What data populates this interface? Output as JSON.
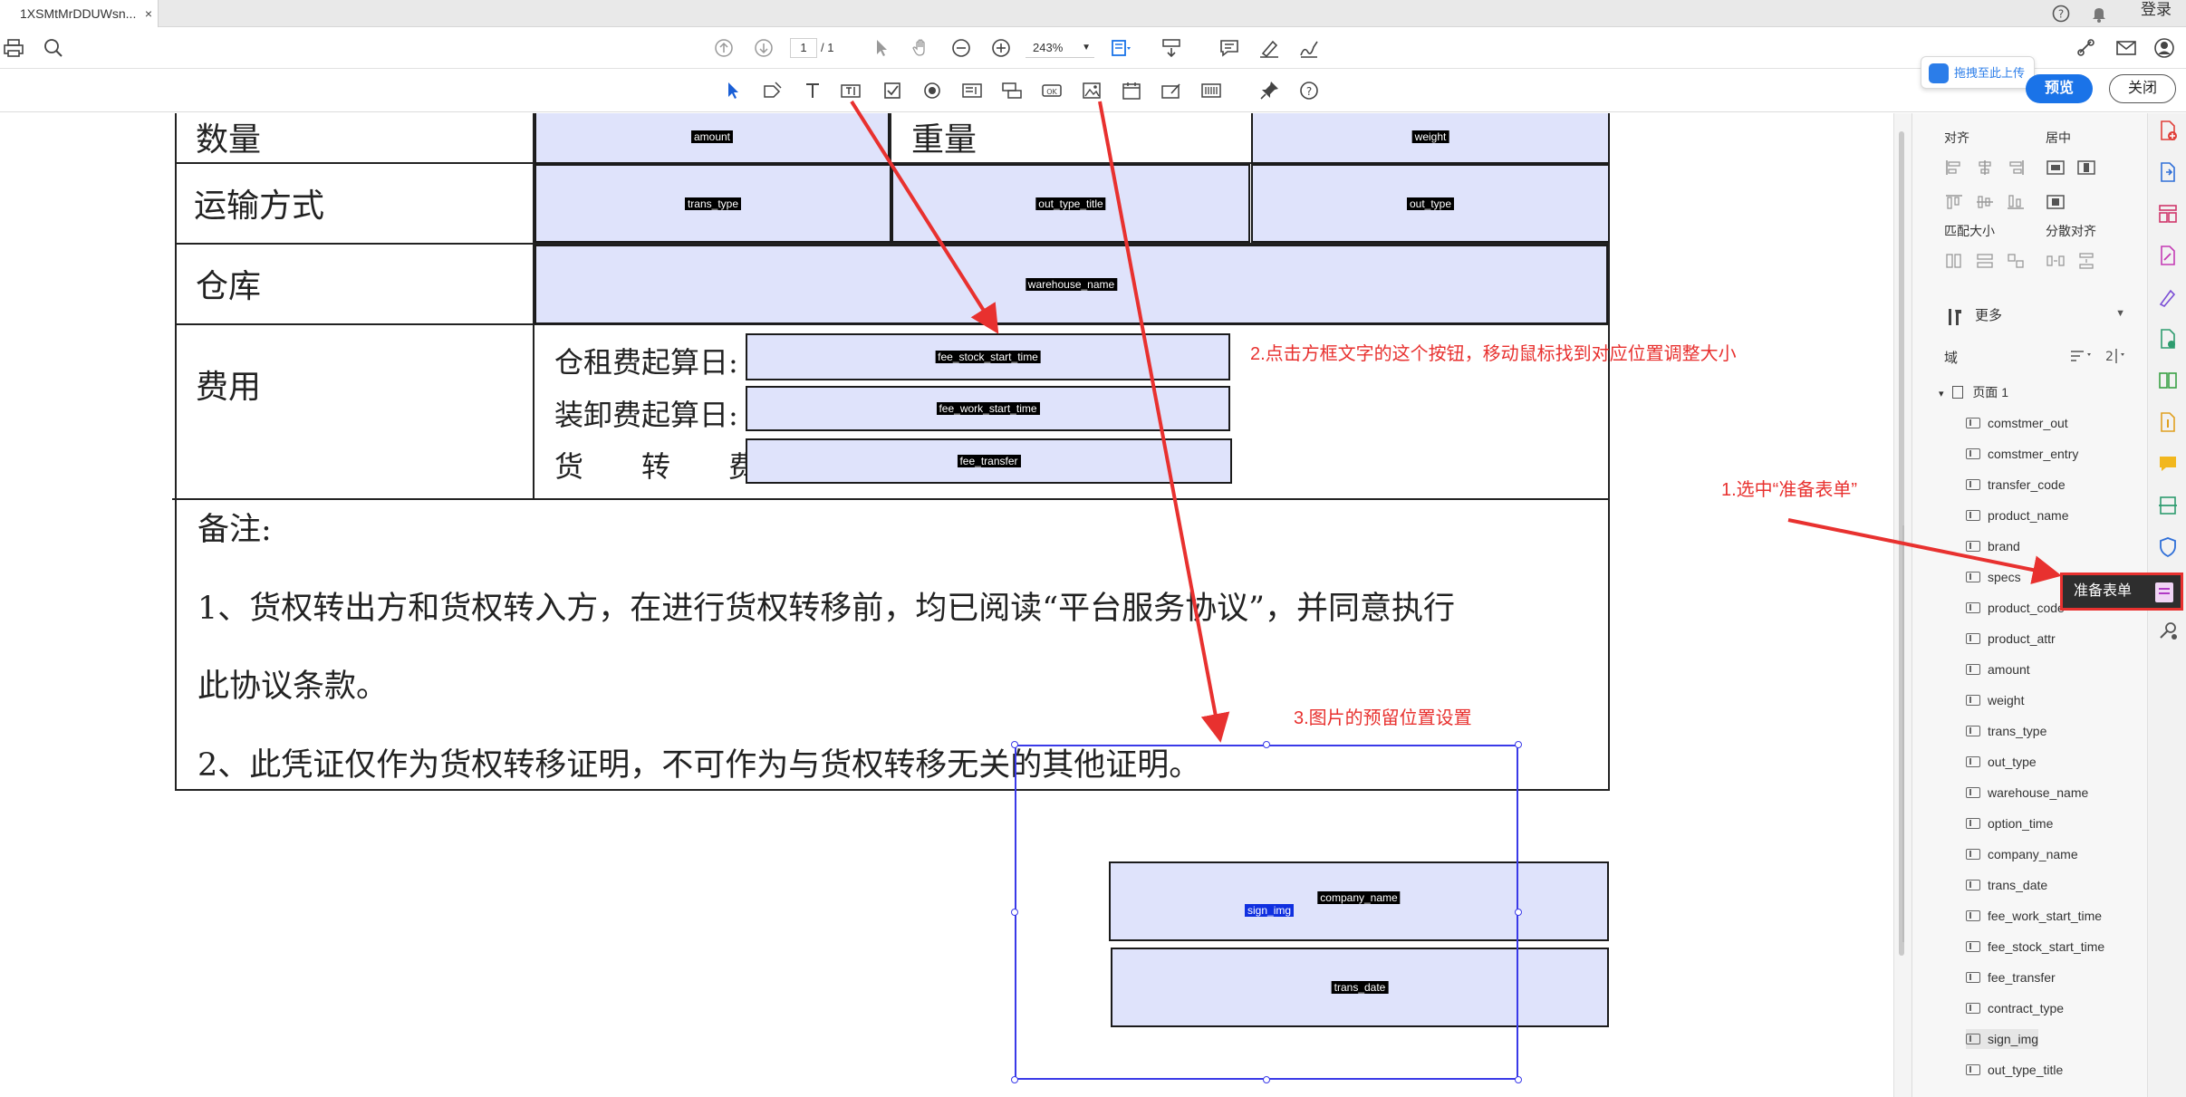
{
  "tab": {
    "title": "1XSMtMrDDUWsn...",
    "close": "×"
  },
  "header": {
    "login": "登录"
  },
  "toolbar": {
    "page_current": "1",
    "page_total": "/ 1",
    "zoom": "243%"
  },
  "buttons": {
    "upload_to_cloud": "拖拽至此上传",
    "preview": "预览",
    "close": "关闭"
  },
  "document": {
    "labels": {
      "quantity": "数量",
      "weight": "重量",
      "transport": "运输方式",
      "warehouse": "仓库",
      "fees": "费用"
    },
    "fee_lines": {
      "stock_start": "仓租费起算日:",
      "work_start": "装卸费起算日:",
      "transfer": "货　　转　　费:"
    },
    "remarks": {
      "title": "备注:",
      "line1": "1、货权转出方和货权转入方，在进行货权转移前，均已阅读“平台服务协议”，并同意执行",
      "line1b": "此协议条款。",
      "line2": "2、此凭证仅作为货权转移证明，不可作为与货权转移无关的其他证明。"
    },
    "fields": {
      "amount": "amount",
      "weight": "weight",
      "trans_type": "trans_type",
      "out_type_title": "out_type_title",
      "out_type": "out_type",
      "warehouse_name": "warehouse_name",
      "fee_stock_start_time": "fee_stock_start_time",
      "fee_work_start_time": "fee_work_start_time",
      "fee_transfer": "fee_transfer",
      "company_name": "company_name",
      "trans_date": "trans_date",
      "sign_img": "sign_img"
    }
  },
  "annotations": {
    "step1": "1.选中“准备表单”",
    "step2": "2.点击方框文字的这个按钮，移动鼠标找到对应位置调整大小",
    "step3": "3.图片的预留位置设置"
  },
  "panel": {
    "align": "对齐",
    "center": "居中",
    "match_size": "匹配大小",
    "distribute": "分散对齐",
    "more": "更多",
    "fields_title": "域",
    "page_node": "页面 1",
    "field_items": [
      "comstmer_out",
      "comstmer_entry",
      "transfer_code",
      "product_name",
      "brand",
      "specs",
      "product_code",
      "product_attr",
      "amount",
      "weight",
      "trans_type",
      "out_type",
      "warehouse_name",
      "option_time",
      "company_name",
      "trans_date",
      "fee_work_start_time",
      "fee_stock_start_time",
      "fee_transfer",
      "contract_type",
      "sign_img",
      "out_type_title"
    ],
    "selected_field": "sign_img"
  },
  "rail": {
    "prepare_form": "准备表单"
  },
  "colors": {
    "accent": "#1a73e8",
    "annotation": "#e8312f",
    "field_fill": "#dfe3fb",
    "selection": "#3a3ae8"
  }
}
